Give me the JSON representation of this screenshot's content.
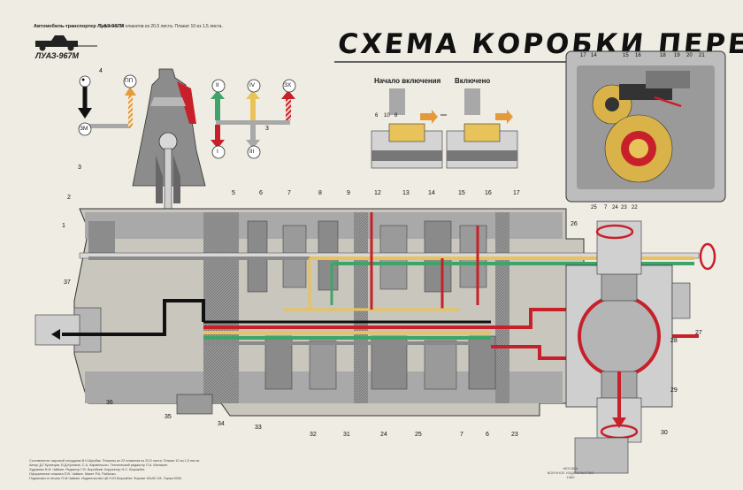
{
  "header": {
    "title": "СХЕМА КОРОБКИ ПЕРЕДАЧ",
    "subtitle": "Автомобиль-транспортер ЛуАЗ-967М",
    "subtitle_note": "Серия из 22 плакатов из 20,5 листа. Плакат 10 из 1,5 листа.",
    "model_badge": "ЛУАЗ-967М"
  },
  "gear_positions": {
    "reverse": "ЗХ",
    "first": "I",
    "second": "II",
    "third": "III",
    "fourth": "IV",
    "low_range": "ЗМ",
    "high_range": "ПП"
  },
  "sync_inset": {
    "start_label": "Начало включения",
    "engaged_label": "Включено"
  },
  "part_numbers": {
    "top_row": [
      "4",
      "5",
      "6",
      "7",
      "8",
      "9",
      "12",
      "13",
      "14",
      "15",
      "16",
      "17"
    ],
    "left_col": [
      "3",
      "2",
      "1",
      "37"
    ],
    "bottom_row": [
      "36",
      "35",
      "34",
      "33",
      "32",
      "31",
      "24",
      "25",
      "7",
      "6",
      "23",
      "30"
    ],
    "right_col": [
      "26",
      "27",
      "28",
      "29"
    ],
    "inset_top": [
      "17",
      "14",
      "15",
      "16",
      "18",
      "19",
      "20",
      "21"
    ],
    "inset_bottom": [
      "25",
      "7",
      "24",
      "23",
      "22"
    ],
    "sync_left": [
      "6",
      "10",
      "8"
    ],
    "shift_lever": [
      "3"
    ]
  },
  "credits": [
    "Составители: научный сотрудник В.Н.Щербак. Плакаты из 22 плакатов из 20,5 листа. Плакат 10 из 1,5 листа.",
    "Автор Д.Г.Кузнецов, В.Д.Куликов, С.А. Кармельсон. Технический редактор П.А. Малякин.",
    "Художник В.И. Чайкин. Редактор Г.В. Воробьев. Корректор Н.С. Ворожбит.",
    "Оформление плаката П.В. Чайкин. Макет Р.А. Рыбалко.",
    "Подписано в печать П.М.Чайкин. Издательство ЦК Н.Ю.Ворожбит. Формат 60х90 1/8. Тираж 5000."
  ],
  "imprint": [
    "МОСКВА",
    "ВОЕННОЕ ИЗДАТЕЛЬСТВО",
    "1980"
  ],
  "colors": {
    "path_red": "#c8202a",
    "path_yellow": "#e8c35a",
    "path_green": "#3fa46a",
    "path_black": "#111111",
    "path_gray": "#8a8a8a",
    "path_orange": "#e59a3a",
    "casing": "#7c7c7c",
    "paper": "#efece3"
  }
}
